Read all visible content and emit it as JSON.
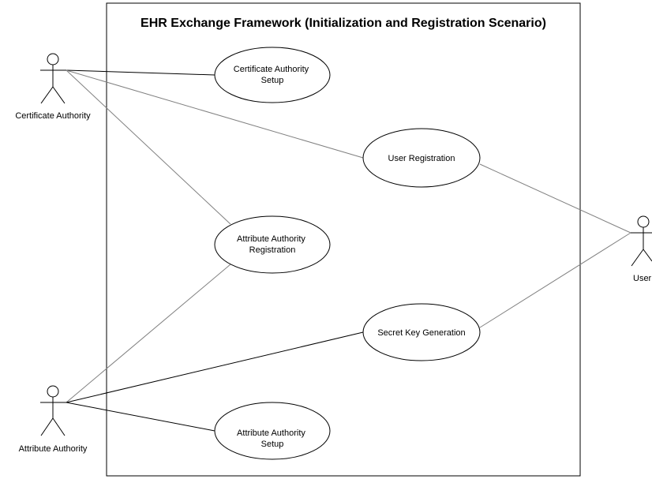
{
  "diagram": {
    "title": "EHR Exchange Framework (Initialization and Registration Scenario)",
    "actors": {
      "certificate_authority": "Certificate Authority",
      "attribute_authority": "Attribute Authority",
      "user": "User"
    },
    "use_cases": {
      "ca_setup": [
        "Certificate Authority",
        "Setup"
      ],
      "user_registration": [
        "User Registration"
      ],
      "aa_registration": [
        "Attribute Authority",
        "Registration"
      ],
      "secret_key_generation": [
        "Secret Key Generation"
      ],
      "aa_setup": [
        "Attribute Authority",
        "Setup"
      ]
    }
  }
}
